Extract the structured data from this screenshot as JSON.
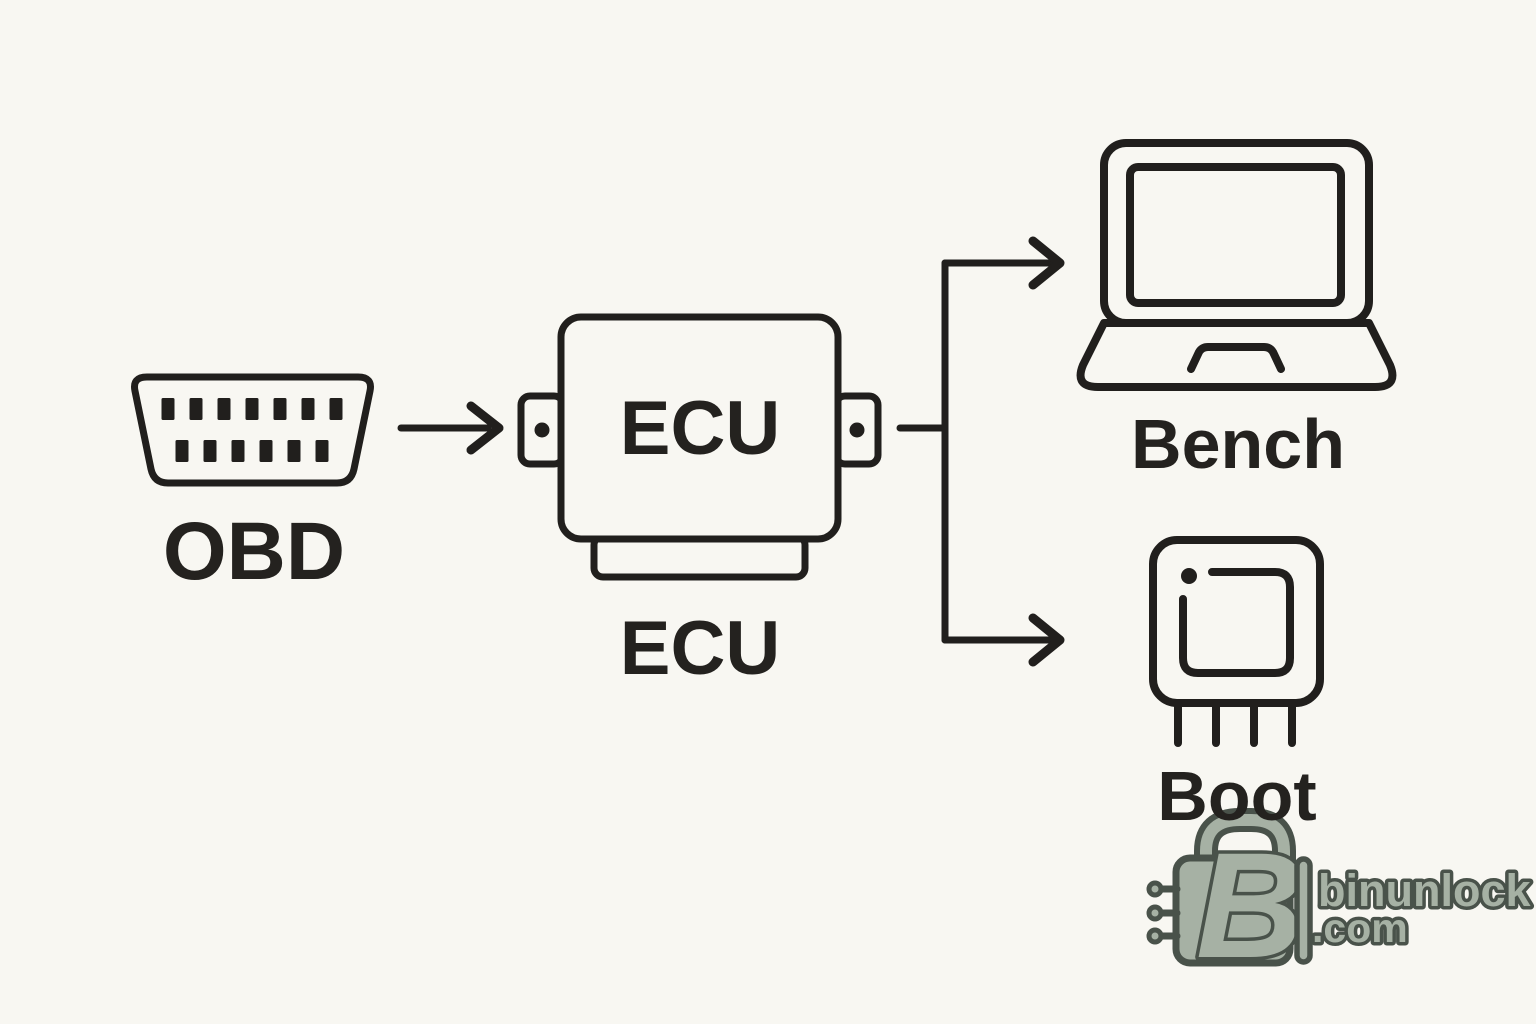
{
  "canvas": {
    "background_color": "#f8f7f2",
    "line_color": "#211f1d",
    "text_color": "#24221f"
  },
  "diagram": {
    "nodes": {
      "obd": {
        "label": "OBD",
        "icon": "obd-connector-icon"
      },
      "ecu": {
        "box_text": "ECU",
        "label": "ECU",
        "icon": "ecu-box-icon"
      },
      "bench": {
        "label": "Bench",
        "icon": "laptop-icon"
      },
      "boot": {
        "label": "Boot",
        "icon": "chip-icon"
      }
    },
    "connections": [
      {
        "from": "obd",
        "to": "ecu",
        "type": "arrow"
      },
      {
        "from": "ecu",
        "to": "bench",
        "type": "arrow"
      },
      {
        "from": "ecu",
        "to": "boot",
        "type": "arrow"
      }
    ]
  },
  "watermark": {
    "letter": "B",
    "brand": "binunlock",
    "tld": ".com",
    "fill_color": "#a6b1a4",
    "outline_color": "#49524a"
  }
}
